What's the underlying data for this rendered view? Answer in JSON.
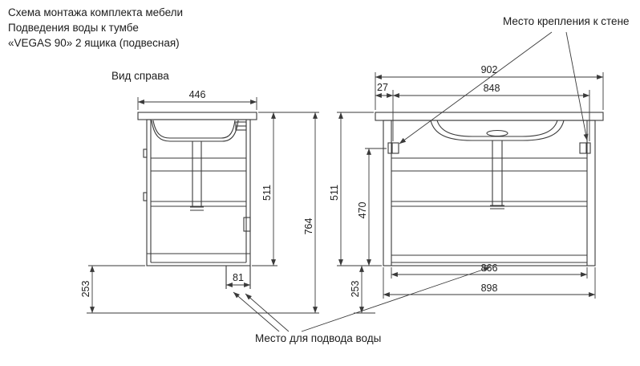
{
  "title": {
    "line1": "Схема монтажа комплекта мебели",
    "line2": "Подведения воды к тумбе",
    "line3": "«VEGAS 90» 2 ящика (подвесная)"
  },
  "labels": {
    "side_view": "Вид справа",
    "wall_mount": "Место крепления к стене",
    "water_supply": "Место для подвода воды"
  },
  "dimensions": {
    "side_view": {
      "depth_top": "446",
      "cabinet_height": "511",
      "total_height": "764",
      "floor_clearance": "253",
      "water_offset": "81"
    },
    "front_view": {
      "top_width": "902",
      "mount_edge_offset": "27",
      "mount_span": "848",
      "cabinet_height": "511",
      "inner_height": "470",
      "inner_width": "866",
      "body_width": "898",
      "floor_clearance": "253"
    }
  },
  "colors": {
    "line": "#3a3a3a",
    "background": "#ffffff"
  }
}
